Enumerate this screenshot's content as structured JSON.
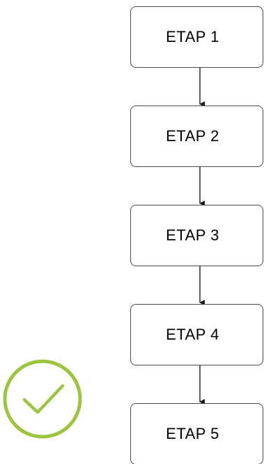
{
  "steps": [
    {
      "label": "ETAP 1"
    },
    {
      "label": "ETAP 2"
    },
    {
      "label": "ETAP 3"
    },
    {
      "label": "ETAP 4"
    },
    {
      "label": "ETAP 5"
    }
  ],
  "colors": {
    "box_border": "#4a4a4a",
    "arrow": "#1a1a1a",
    "check": "#9bc53d",
    "text": "#000000",
    "background": "#ffffff"
  },
  "icons": {
    "check": "check-circle-icon"
  }
}
